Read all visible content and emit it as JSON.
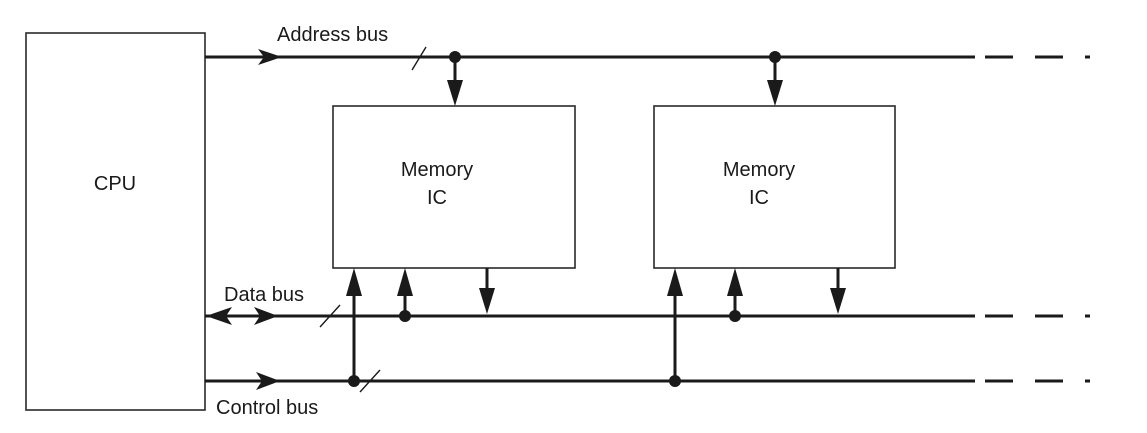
{
  "diagram": {
    "cpu": {
      "label": "CPU"
    },
    "memories": [
      {
        "line1": "Memory",
        "line2": "IC"
      },
      {
        "line1": "Memory",
        "line2": "IC"
      }
    ],
    "buses": {
      "address": "Address bus",
      "data": "Data bus",
      "control": "Control bus"
    }
  }
}
